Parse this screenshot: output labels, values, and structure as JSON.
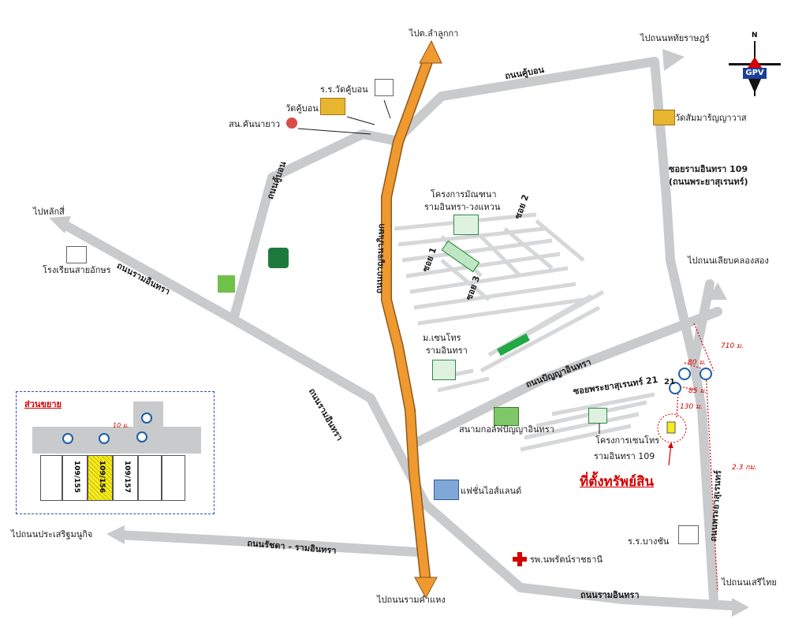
{
  "labels": {
    "to_lam_luk_ka": "ไปต.ลำลูกกา",
    "to_hathairat": "ไปถนนหทัยราษฎร์",
    "ku_bon_rd_top": "ถนนคู้บอน",
    "ku_bon_rd_left": "ถนนคู้บอน",
    "school_wat_ku_bon": "ร.ร.วัดคู้บอน",
    "wat_ku_bon": "วัดคู้บอน",
    "khan_na_yao_office": "สน.คันนายาว",
    "wat_samman": "วัดสัมมาร้ญญาวาส",
    "soi_ram_109": "ซอยรามอินทรา 109",
    "phraya_surain_rd": "(ถนนพระยาสุเรนทร์)",
    "to_lak_si": "ไปหลักสี่",
    "school_sai_aksorn": "โรงเรียนสายอักษร",
    "ram_inthra_rd_left": "ถนนรามอินทรา",
    "ram_inthra_rd_mid": "ถนนรามอินทรา",
    "ram_inthra_rd_bottom": "ถนนรามอินทรา",
    "kanchana_road": "ถนนกาญจนาภิเษก",
    "project_mantana_1": "โครงการมัณฑนา",
    "project_mantana_2": "รามอินทรา-วงแหวน",
    "soi_2": "ซอย 2",
    "soi_1": "ซอย 1",
    "soi_3": "ซอย 3",
    "to_liap_khlong_song": "ไปถนนเลียบคลองสอง",
    "m_chain_1": "ม.เซนโทร",
    "m_chain_2": "รามอินทรา",
    "panya_rd": "ถนนปัญญาอินทรา",
    "soi_phraya_21": "ซอยพระยาสุเรนทร์ 21",
    "golf_course": "สนามกอล์ฟปัญญาอินทรา",
    "project_chain_109_1": "โครงการเซนโทร",
    "project_chain_109_2": "รามอินทรา 109",
    "property_location": "ที่ตั้งทรัพย์สิน",
    "fashion_island": "แฟชั่นไอส์แลนด์",
    "to_prasert": "ไปถนนประเสริฐมนูกิจ",
    "ratchada_rd": "ถนนรัชดา - รามอินทรา",
    "to_ram_kham_haeng": "ไปถนนรามคำแหง",
    "nopparat_hospital": "รพ.นพรัตน์ราชธานี",
    "school_bang_chan": "ร.ร.บางชัน",
    "to_seri_thai": "ไปถนนเสรีไทย",
    "phraya_rd_right": "ถนนพระยาสุเรนทร์",
    "dist_710": "710 ม.",
    "dist_80": "80 ม.",
    "dist_85": "85 ม.",
    "dist_130": "130 ม.",
    "dist_23km": "2.3 กม.",
    "num_21": "21"
  },
  "compass": {
    "north": "N",
    "brand": "GPV"
  },
  "inset": {
    "title": "ส่วนขยาย",
    "dist": "10 ม.",
    "plots": [
      "109/155",
      "109/156",
      "109/157"
    ]
  },
  "colors": {
    "road": "#c9cacc",
    "main_road": "#f0992e",
    "property_marker": "#d40000",
    "highlight_plot": "#f4ec20",
    "inset_border": "#2a4fa8"
  }
}
